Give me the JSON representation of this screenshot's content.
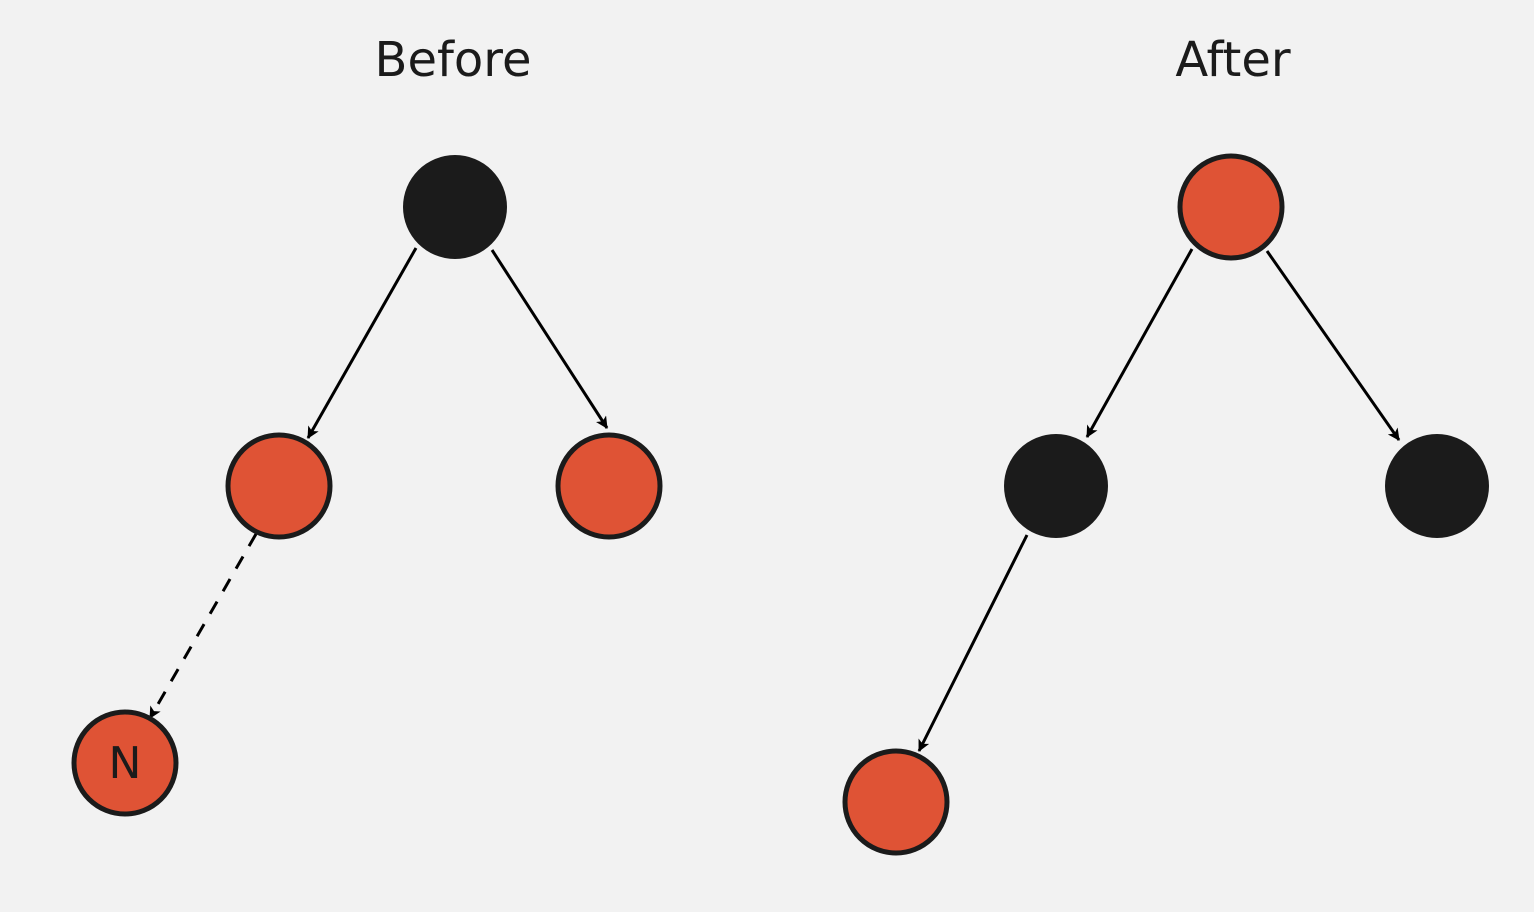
{
  "colors": {
    "background": "#f2f2f2",
    "red_node": "#df5335",
    "black_node": "#1b1b1b",
    "outline": "#1b1b1b",
    "edge": "#000000"
  },
  "before": {
    "title": "Before",
    "nodes": {
      "root": {
        "color": "black",
        "label": ""
      },
      "left": {
        "color": "red",
        "label": ""
      },
      "right": {
        "color": "red",
        "label": ""
      },
      "new": {
        "color": "red",
        "label": "N"
      }
    },
    "edges": [
      {
        "from": "root",
        "to": "left",
        "style": "solid"
      },
      {
        "from": "root",
        "to": "right",
        "style": "solid"
      },
      {
        "from": "left",
        "to": "new",
        "style": "dashed"
      }
    ]
  },
  "after": {
    "title": "After",
    "nodes": {
      "root": {
        "color": "red",
        "label": ""
      },
      "left": {
        "color": "black",
        "label": ""
      },
      "right": {
        "color": "black",
        "label": ""
      },
      "child": {
        "color": "red",
        "label": ""
      }
    },
    "edges": [
      {
        "from": "root",
        "to": "left",
        "style": "solid"
      },
      {
        "from": "root",
        "to": "right",
        "style": "solid"
      },
      {
        "from": "left",
        "to": "child",
        "style": "solid"
      }
    ]
  }
}
